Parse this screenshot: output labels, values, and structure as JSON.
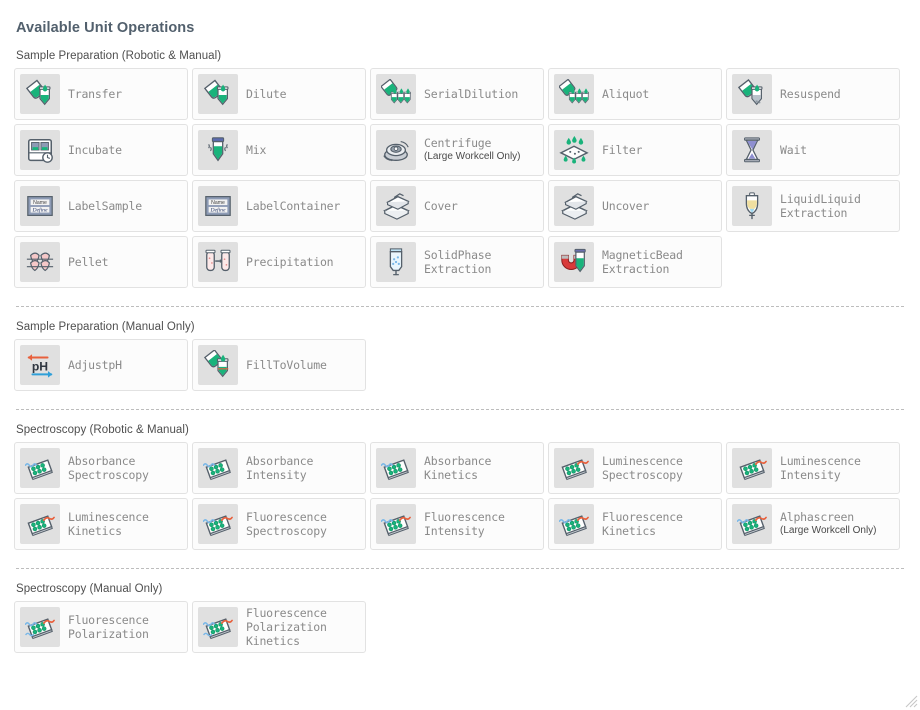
{
  "page": {
    "title": "Available Unit Operations",
    "resize_handle": "resize-grip-icon"
  },
  "sections": [
    {
      "label": "Sample Preparation (Robotic & Manual)",
      "divider_after": true,
      "items": [
        {
          "name": "Transfer",
          "icon": "pour-into-tube-icon",
          "note": ""
        },
        {
          "name": "Dilute",
          "icon": "pour-into-tube-icon",
          "note": ""
        },
        {
          "name": "SerialDilution",
          "icon": "pour-into-three-tubes-icon",
          "note": ""
        },
        {
          "name": "Aliquot",
          "icon": "pour-into-three-tubes-icon",
          "note": ""
        },
        {
          "name": "Resuspend",
          "icon": "pour-into-pellet-tube-icon",
          "note": ""
        },
        {
          "name": "Incubate",
          "icon": "incubator-clock-icon",
          "note": ""
        },
        {
          "name": "Mix",
          "icon": "vortex-tube-icon",
          "note": ""
        },
        {
          "name": "Centrifuge",
          "icon": "centrifuge-rotor-icon",
          "note": "(Large Workcell Only)"
        },
        {
          "name": "Filter",
          "icon": "filter-membrane-icon",
          "note": ""
        },
        {
          "name": "Wait",
          "icon": "hourglass-icon",
          "note": ""
        },
        {
          "name": "LabelSample",
          "icon": "name-label-icon",
          "note": ""
        },
        {
          "name": "LabelContainer",
          "icon": "name-label-icon",
          "note": ""
        },
        {
          "name": "Cover",
          "icon": "plate-lid-icon",
          "note": ""
        },
        {
          "name": "Uncover",
          "icon": "plate-lid-icon",
          "note": ""
        },
        {
          "name": "LiquidLiquid\nExtraction",
          "icon": "separatory-funnel-icon",
          "note": ""
        },
        {
          "name": "Pellet",
          "icon": "pelleted-tubes-icon",
          "note": ""
        },
        {
          "name": "Precipitation",
          "icon": "two-tubes-transfer-icon",
          "note": ""
        },
        {
          "name": "SolidPhase\nExtraction",
          "icon": "spe-cartridge-icon",
          "note": ""
        },
        {
          "name": "MagneticBead\nExtraction",
          "icon": "magnet-tube-icon",
          "note": ""
        }
      ]
    },
    {
      "label": "Sample Preparation (Manual Only)",
      "divider_after": true,
      "items": [
        {
          "name": "AdjustpH",
          "icon": "ph-arrows-icon",
          "note": ""
        },
        {
          "name": "FillToVolume",
          "icon": "pour-fill-tube-icon",
          "note": ""
        }
      ]
    },
    {
      "label": "Spectroscopy (Robotic & Manual)",
      "divider_after": true,
      "items": [
        {
          "name": "Absorbance\nSpectroscopy",
          "icon": "plate-wave-blue-icon",
          "note": ""
        },
        {
          "name": "Absorbance\nIntensity",
          "icon": "plate-wave-blue-icon",
          "note": ""
        },
        {
          "name": "Absorbance\nKinetics",
          "icon": "plate-wave-blue-icon",
          "note": ""
        },
        {
          "name": "Luminescence\nSpectroscopy",
          "icon": "plate-wave-red-icon",
          "note": ""
        },
        {
          "name": "Luminescence\nIntensity",
          "icon": "plate-wave-red-icon",
          "note": ""
        },
        {
          "name": "Luminescence\nKinetics",
          "icon": "plate-wave-red-icon",
          "note": ""
        },
        {
          "name": "Fluorescence\nSpectroscopy",
          "icon": "plate-wave-blue-red-icon",
          "note": ""
        },
        {
          "name": "Fluorescence\nIntensity",
          "icon": "plate-wave-blue-red-icon",
          "note": ""
        },
        {
          "name": "Fluorescence\nKinetics",
          "icon": "plate-wave-blue-red-icon",
          "note": ""
        },
        {
          "name": "Alphascreen",
          "icon": "plate-wave-blue-red-icon",
          "note": "(Large Workcell Only)"
        }
      ]
    },
    {
      "label": "Spectroscopy (Manual Only)",
      "divider_after": false,
      "items": [
        {
          "name": "Fluorescence\nPolarization",
          "icon": "plate-wave-pol-icon",
          "note": ""
        },
        {
          "name": "Fluorescence\nPolarization\nKinetics",
          "icon": "plate-wave-pol-icon",
          "note": ""
        }
      ]
    }
  ],
  "colors": {
    "card_border": "#e2e2e2",
    "card_bg": "#fcfcfc",
    "icon_bg": "#e0e0e0",
    "label_text": "#8a8a8a",
    "title_text": "#52606d",
    "accent_green": "#19b37b",
    "accent_blue": "#7ab8e8",
    "accent_red": "#e8603c",
    "divider": "#bdbdbd"
  }
}
